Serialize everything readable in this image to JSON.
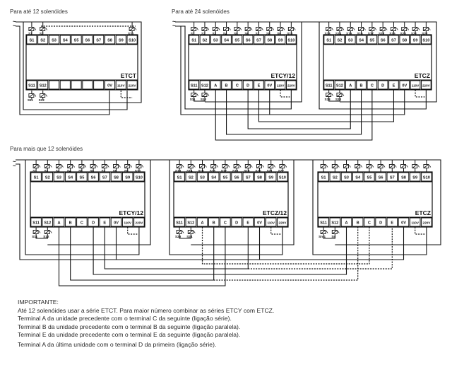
{
  "captions": {
    "d1": "Para até 12 solenóides",
    "d2": "Para até 24 solenóides",
    "d3": "Para mais que 12 solenóides"
  },
  "ac_symbol": "~",
  "modules": {
    "etct": {
      "name": "ETCT",
      "top_terminals": [
        "S1",
        "S2",
        "S3",
        "S4",
        "S5",
        "S6",
        "S7",
        "S8",
        "S9",
        "S10"
      ],
      "bottom_terminals": [
        "S11",
        "S12",
        "",
        "",
        "",
        "",
        "",
        "0V",
        "110V",
        "220V"
      ],
      "top_solenoids": [
        "S1",
        "S2",
        "S10"
      ],
      "bottom_solenoids": [
        "S11",
        "S12"
      ]
    },
    "etcy12": {
      "name": "ETCY/12",
      "top_terminals": [
        "S1",
        "S2",
        "S3",
        "S4",
        "S5",
        "S6",
        "S7",
        "S8",
        "S9",
        "S10"
      ],
      "bottom_terminals": [
        "S11",
        "S12",
        "A",
        "B",
        "C",
        "D",
        "E",
        "0V",
        "110V",
        "220V"
      ],
      "top_solenoids": [
        "S1",
        "S2",
        "S3",
        "S4",
        "S5",
        "S6",
        "S7",
        "S8",
        "S9",
        "S10"
      ],
      "bottom_solenoids": [
        "S11",
        "S12"
      ]
    },
    "etcz_top": {
      "name": "ETCZ",
      "top_terminals": [
        "S1",
        "S2",
        "S3",
        "S4",
        "S5",
        "S6",
        "S7",
        "S8",
        "S9",
        "S10"
      ],
      "bottom_terminals": [
        "S11",
        "S12",
        "A",
        "B",
        "C",
        "D",
        "E",
        "0V",
        "110V",
        "220V"
      ],
      "top_solenoids": [
        "S13",
        "S14",
        "S15",
        "S16",
        "S17",
        "S18",
        "S19",
        "S20",
        "S21",
        "S22"
      ],
      "bottom_solenoids": [
        "S23",
        "S24"
      ]
    },
    "etcz12": {
      "name": "ETCZ/12",
      "top_terminals": [
        "S1",
        "S2",
        "S3",
        "S4",
        "S5",
        "S6",
        "S7",
        "S8",
        "S9",
        "S10"
      ],
      "bottom_terminals": [
        "S11",
        "S12",
        "A",
        "B",
        "C",
        "D",
        "E",
        "0V",
        "110V",
        "220V"
      ],
      "top_solenoids": [
        "S13",
        "S14",
        "S15",
        "S16",
        "S17",
        "S18",
        "S19",
        "S20",
        "S21",
        "S22"
      ],
      "bottom_solenoids": [
        "S23",
        "S24"
      ]
    },
    "etcz_last": {
      "name": "ETCZ",
      "top_terminals": [
        "S1",
        "S2",
        "S3",
        "S4",
        "S5",
        "S6",
        "S7",
        "S8",
        "S9",
        "S10"
      ],
      "bottom_terminals": [
        "S11",
        "S12",
        "A",
        "B",
        "C",
        "D",
        "E",
        "0V",
        "110V",
        "220V"
      ],
      "top_solenoids": [
        "",
        "",
        "",
        "",
        "",
        "",
        "",
        "",
        "",
        ""
      ],
      "bottom_solenoids": [
        "Sn-1",
        "Sn"
      ]
    }
  },
  "notes": {
    "title": "IMPORTANTE:",
    "lines": [
      "Até 12 solenóides usar a série ETCT. Para maior número combinar as séries ETCY com ETCZ.",
      "Terminal A da unidade precedente com o terminal C da seguinte (ligação série).",
      "Terminal B da unidade precedente com o terminal B da seguinte (ligação paralela).",
      "Terminal E da unidade precedente com o terminal E da seguinte (ligação paralela).",
      "Terminal A da última unidade com o terminal D da primeira (ligação série)."
    ]
  }
}
